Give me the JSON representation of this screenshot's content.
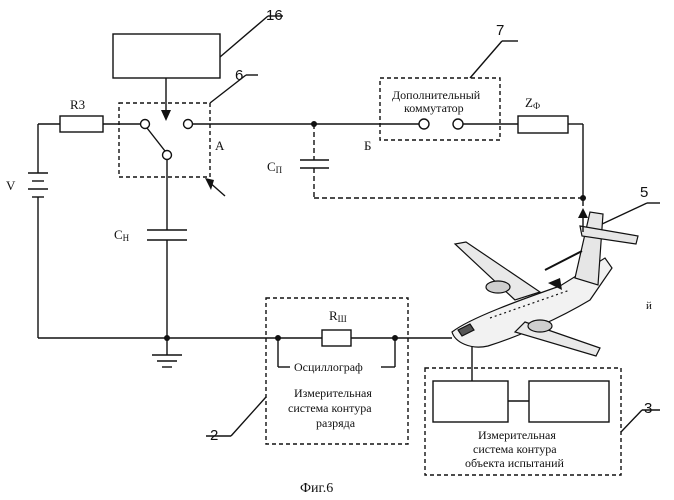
{
  "labels": {
    "block16": "16",
    "switch6": "6",
    "commutator7": "7",
    "aircraft5": "5",
    "meas2": "2",
    "meas3": "3",
    "rz": "R3",
    "v": "V",
    "cn": "C",
    "cn_sub": "Н",
    "cp": "C",
    "cp_sub": "П",
    "node_a": "А",
    "node_b": "Б",
    "zf": "Z",
    "zf_sub": "Ф",
    "rsh": "R",
    "rsh_sub": "Ш",
    "oscillograph": "Осциллограф",
    "commutator_line1": "Дополнительный",
    "commutator_line2": "коммутатор",
    "meas2_line1": "Измерительная",
    "meas2_line2": "система контура",
    "meas2_line3": "разряда",
    "meas3_line1": "Измерительная",
    "meas3_line2": "система контура",
    "meas3_line3": "объекта испытаний",
    "stray": "й",
    "caption": "Фиг.6"
  }
}
